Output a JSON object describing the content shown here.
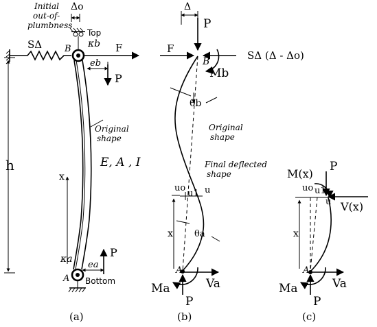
{
  "panel_a": {
    "initial_plumb_1": "Initial",
    "initial_plumb_2": "out-of-",
    "initial_plumb_3": "plumbness",
    "delta_o": "Δo",
    "top": "Top",
    "bottom": "Bottom",
    "s_delta": "SΔ",
    "B": "B",
    "kappa_b": "κb",
    "F": "F",
    "e_b": "eb",
    "P_b": "P",
    "h": "h",
    "original_1": "Original",
    "original_2": "shape",
    "EAI": "E, A , I",
    "x": "x",
    "kappa_a": "κa",
    "A": "A",
    "e_a": "ea",
    "P_a": "P",
    "caption": "(a)"
  },
  "panel_b": {
    "delta": "Δ",
    "P_top": "P",
    "F": "F",
    "B": "B",
    "spring_force": "SΔ (Δ - Δo)",
    "M_b": "Mb",
    "theta_b": "θb",
    "original_1": "Original",
    "original_2": "shape",
    "final_1": "Final deflected",
    "final_2": "shape",
    "u_o": "uo",
    "u_1": "u1",
    "u": "u",
    "x": "x",
    "theta_a": "θa",
    "A": "A",
    "M_a": "Ma",
    "V_a": "Va",
    "P_bot": "P",
    "caption": "(b)"
  },
  "panel_c": {
    "M_x": "M(x)",
    "P_top": "P",
    "u_o": "uo",
    "u_1": "u1",
    "u": "u",
    "V_x": "V(x)",
    "x": "x",
    "A": "A",
    "M_a": "Ma",
    "V_a": "Va",
    "P_bot": "P",
    "caption": "(c)"
  }
}
